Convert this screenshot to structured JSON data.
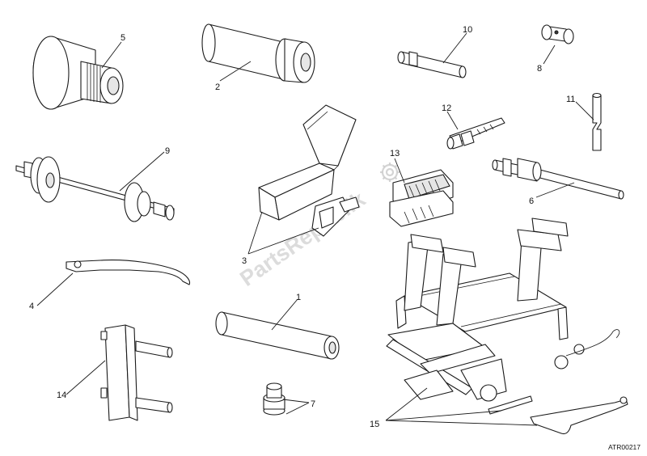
{
  "diagram": {
    "reference_code": "ATR00217",
    "callouts": [
      "1",
      "2",
      "3",
      "4",
      "5",
      "6",
      "7",
      "8",
      "9",
      "10",
      "11",
      "12",
      "13",
      "14",
      "15"
    ],
    "watermark": {
      "text": "PartsRepublik",
      "icon": "gear-icon"
    },
    "colors": {
      "line": "#1a1a1a",
      "fill": "#ffffff",
      "watermark": "#d4d4d4"
    }
  }
}
